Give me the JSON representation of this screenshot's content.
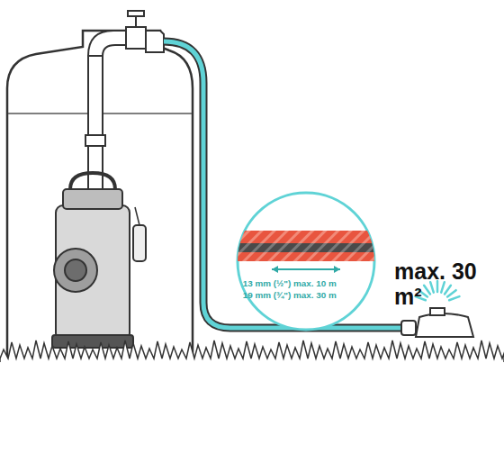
{
  "diagram": {
    "nodes": [
      {
        "text": [
          "13 mm (½\") max. 10 m",
          "19 mm (¾\") max. 30 m"
        ]
      }
    ],
    "labels": [
      "max. 30 m²"
    ]
  }
}
